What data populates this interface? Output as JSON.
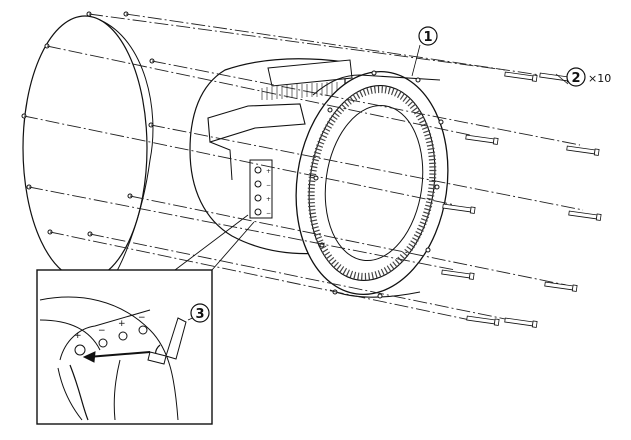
{
  "diagram": {
    "callouts": [
      {
        "id": "frame",
        "label": "1"
      },
      {
        "id": "screws",
        "label": "2",
        "suffix": "×10"
      },
      {
        "id": "hex-key",
        "label": "3"
      }
    ],
    "terminal_marks": [
      "+",
      "−",
      "+",
      "−"
    ]
  }
}
